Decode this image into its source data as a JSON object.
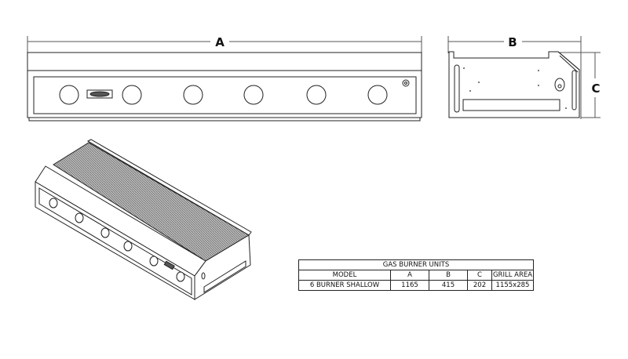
{
  "dimension_labels": {
    "a": "A",
    "b": "B",
    "c": "C"
  },
  "table": {
    "title": "GAS BURNER UNITS",
    "headers": [
      "MODEL",
      "A",
      "B",
      "C",
      "GRILL AREA"
    ],
    "rows": [
      [
        "6 BURNER SHALLOW",
        "1165",
        "415",
        "202",
        "1155x285"
      ]
    ]
  }
}
